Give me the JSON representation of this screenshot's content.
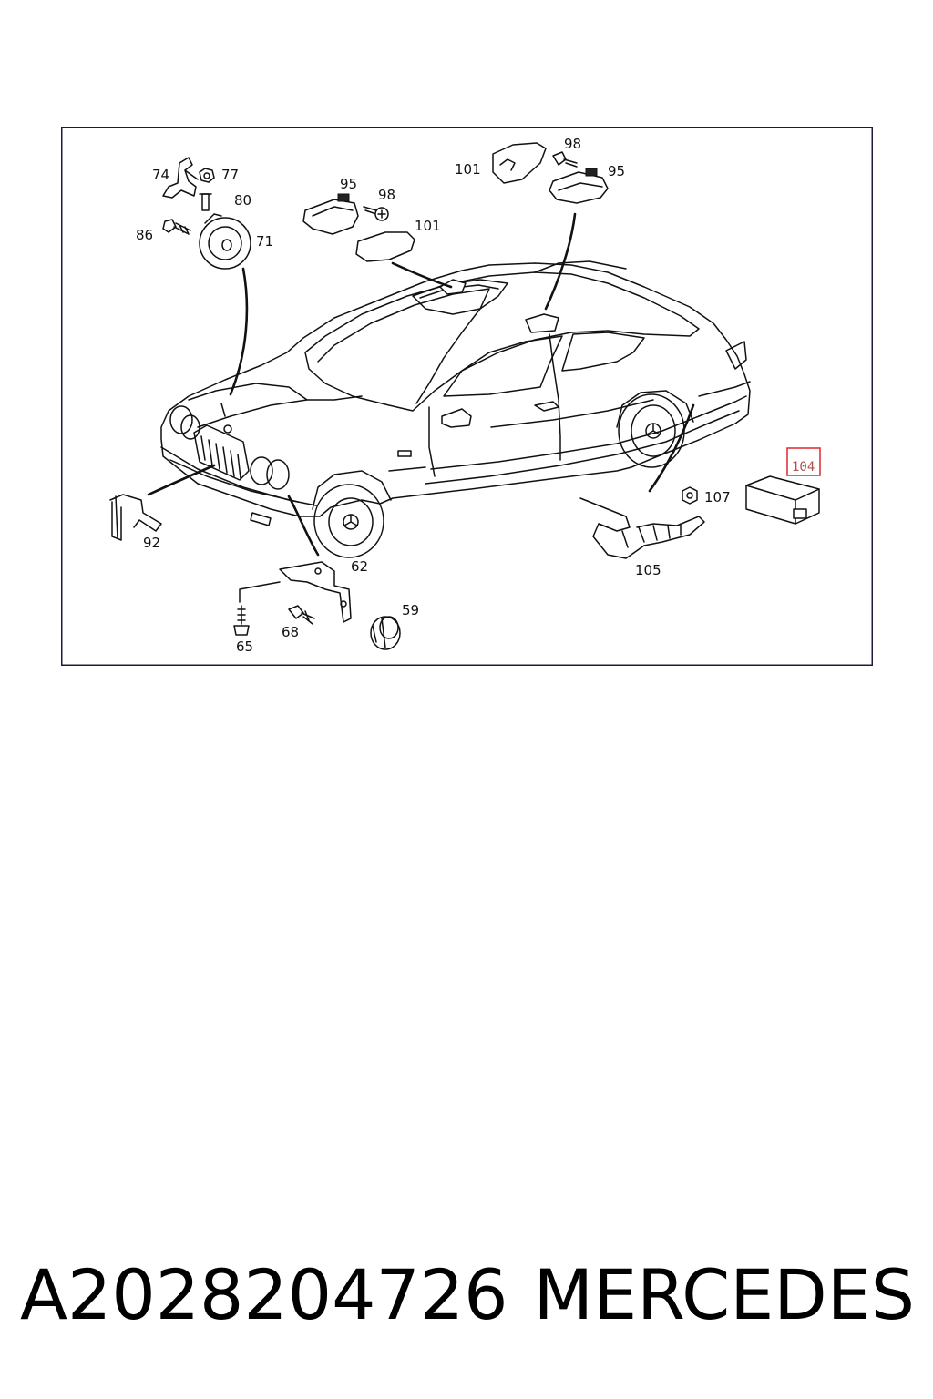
{
  "diagram": {
    "callouts": {
      "c59": "59",
      "c62": "62",
      "c65": "65",
      "c68": "68",
      "c71": "71",
      "c74": "74",
      "c77": "77",
      "c80": "80",
      "c86": "86",
      "c92": "92",
      "c95a": "95",
      "c95b": "95",
      "c98a": "98",
      "c98b": "98",
      "c101a": "101",
      "c101b": "101",
      "c104": "104",
      "c105": "105",
      "c107": "107"
    },
    "highlight_color": "#e0343a"
  },
  "footer": {
    "part_number": "A2028204726",
    "brand": "MERCEDES"
  }
}
